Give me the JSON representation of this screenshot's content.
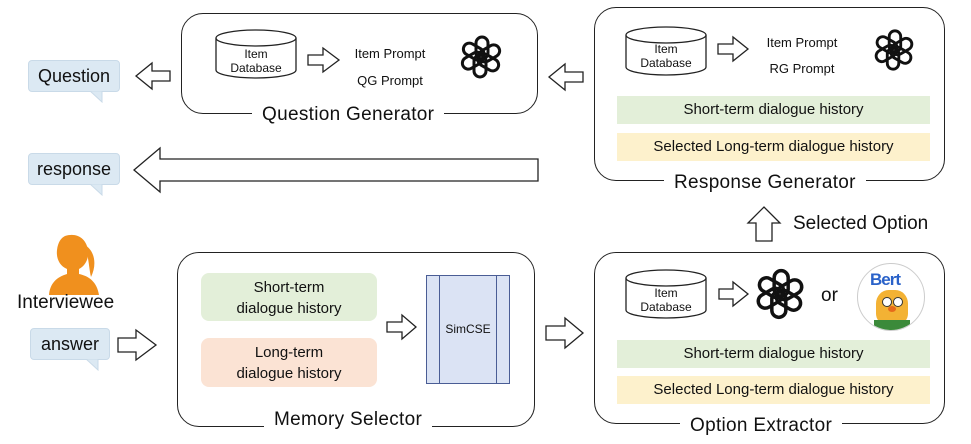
{
  "question_generator": {
    "title": "Question Generator",
    "db_label_1": "Item",
    "db_label_2": "Database",
    "prompt_1": "Item Prompt",
    "prompt_2": "QG Prompt"
  },
  "response_generator": {
    "title": "Response Generator",
    "db_label_1": "Item",
    "db_label_2": "Database",
    "prompt_1": "Item Prompt",
    "prompt_2": "RG Prompt",
    "short_term": "Short-term  dialogue  history",
    "long_term": "Selected Long-term  dialogue  history"
  },
  "memory_selector": {
    "title": "Memory Selector",
    "short_term": "Short-term  dialogue history",
    "long_term": "Long-term  dialogue history",
    "simcse": "SimCSE"
  },
  "option_extractor": {
    "title": "Option Extractor",
    "db_label_1": "Item",
    "db_label_2": "Database",
    "or_text": "or",
    "short_term": "Short-term  dialogue  history",
    "long_term": "Selected Long-term  dialogue  history",
    "bert_logo_text": "Bert"
  },
  "left_side": {
    "question_bubble": "Question",
    "response_bubble": "response",
    "interviewee_label": "Interviewee",
    "answer_bubble": "answer"
  },
  "selected_option_label": "Selected Option",
  "icons": {
    "llm": "openai-logo-icon",
    "bert": "bert-logo-icon",
    "person": "person-silhouette-icon",
    "database": "database-icon"
  },
  "colors": {
    "green_band": "#e3efd9",
    "yellow_band": "#fdf1cc",
    "peach_band": "#fbe3d4",
    "simcse_fill": "#dbe3f4",
    "bubble_fill": "#dce9f3",
    "person_orange": "#f0901e"
  }
}
